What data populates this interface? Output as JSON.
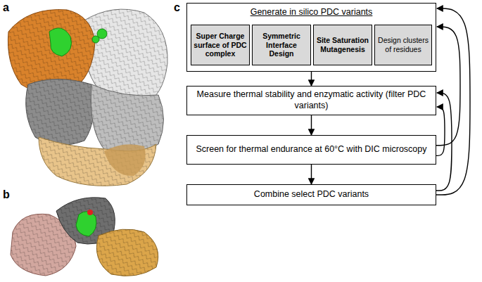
{
  "diagram": {
    "nodes": [
      {
        "text": [
          "Generate in silico PDC variants"
        ]
      },
      {
        "text": [
          "Super Charge surface of PDC complex"
        ],
        "in": 0
      },
      {
        "text": [
          "Symmetric Interface Design"
        ],
        "in": 0
      },
      {
        "text": [
          "Site Saturation Mutagenesis"
        ],
        "in": 0
      },
      {
        "text": [
          "Design clusters of residues"
        ],
        "in": 0
      },
      {
        "text": [
          "Measure thermal stability and enzymatic activity (filter PDC variants)"
        ]
      },
      {
        "text": [
          "Screen for thermal endurance at 60°C with DIC microscopy"
        ]
      },
      {
        "text": [
          "Combine select PDC variants"
        ]
      }
    ],
    "edges": [
      {
        "from": 0,
        "to": 5,
        "arrow": "to"
      },
      {
        "from": 5,
        "to": 6,
        "arrow": "to"
      },
      {
        "from": 6,
        "to": 7,
        "arrow": "to"
      },
      {
        "from": 7,
        "to": 0,
        "arrow": "to"
      },
      {
        "from": 6,
        "to": 0,
        "arrow": "to"
      },
      {
        "from": 7,
        "to": 5,
        "arrow": "to"
      },
      {
        "from": 6,
        "to": 5,
        "arrow": "to"
      }
    ],
    "labels": [
      "a",
      "b",
      "c"
    ]
  }
}
